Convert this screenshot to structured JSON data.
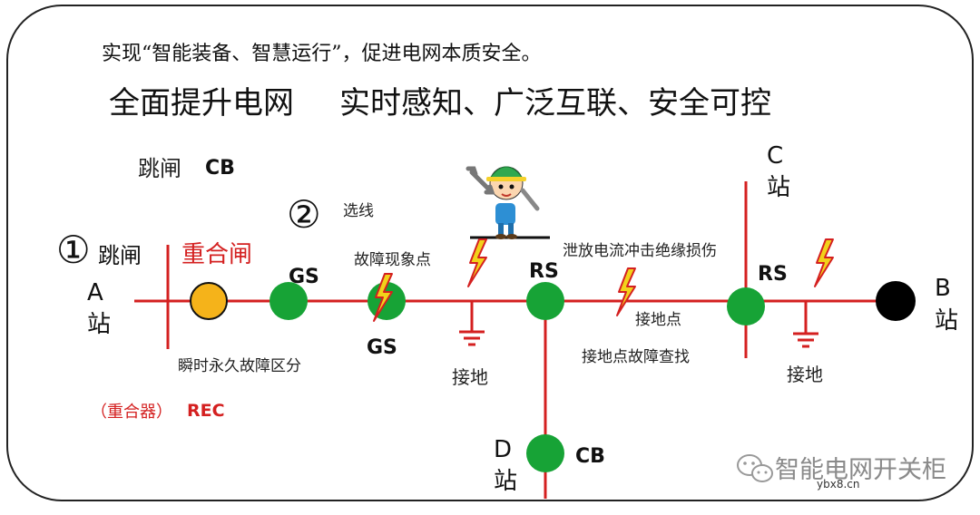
{
  "header": {
    "slogan": "实现“智能装备、智慧运行”，促进电网本质安全。",
    "headline_part1": "全面提升电网",
    "headline_part2": "实时感知、广泛互联、安全可控"
  },
  "steps": {
    "step1_marker": "①",
    "step1_label": "跳闸",
    "trip_title": "跳闸",
    "trip_cb": "CB",
    "step2_marker": "②",
    "step2_label": "选线"
  },
  "stations": {
    "a": {
      "letter": "A",
      "name": "站"
    },
    "b": {
      "letter": "B",
      "name": "站"
    },
    "c": {
      "letter": "C",
      "name": "站"
    },
    "d": {
      "letter": "D",
      "name": "站"
    }
  },
  "devices": {
    "recloser_label": "重合闸",
    "gs_top": "GS",
    "gs_bottom": "GS",
    "rs_1": "RS",
    "rs_2": "RS",
    "cb_d": "CB"
  },
  "annotations": {
    "fault_point": "故障现象点",
    "discharge": "泄放电流冲击绝缘损伤",
    "ground_point": "接地点",
    "ground_point_search": "接地点故障查找",
    "ground_1": "接地",
    "ground_2": "接地",
    "transient_permanent": "瞬时永久故障区分",
    "recloser_rec_cn": "（重合器）",
    "recloser_rec_en": "REC"
  },
  "watermark": {
    "text": "智能电网开关柜",
    "site": "ybx8.cn"
  },
  "colors": {
    "line": "#d42020",
    "node_green": "#17a336",
    "node_orange": "#f5b31a",
    "node_black": "#000000",
    "bolt": "#f2d21a",
    "bolt_edge": "#d42020",
    "accent_red": "#d42020"
  }
}
